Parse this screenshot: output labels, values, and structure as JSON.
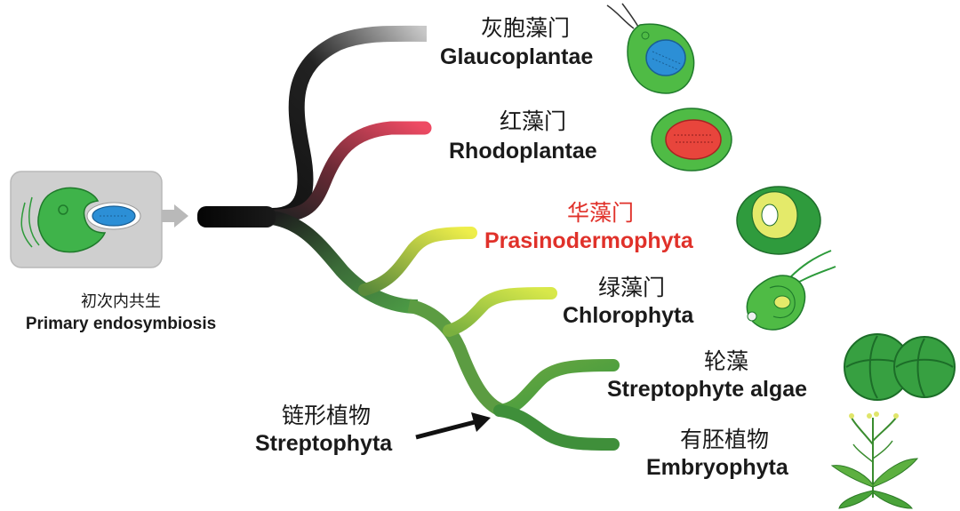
{
  "origin": {
    "cn": "初次内共生",
    "en": "Primary endosymbiosis"
  },
  "lineages": {
    "glaucoplantae": {
      "cn": "灰胞藻门",
      "en": "Glaucoplantae"
    },
    "rhodoplantae": {
      "cn": "红藻门",
      "en": "Rhodoplantae"
    },
    "prasinodermophyta": {
      "cn": "华藻门",
      "en": "Prasinodermophyta",
      "highlight_color": "#e0312a"
    },
    "chlorophyta": {
      "cn": "绿藻门",
      "en": "Chlorophyta"
    },
    "streptophyte_algae": {
      "cn": "轮藻",
      "en": "Streptophyte algae"
    },
    "embryophyta": {
      "cn": "有胚植物",
      "en": "Embryophyta"
    }
  },
  "streptophyta": {
    "cn": "链形植物",
    "en": "Streptophyta"
  },
  "colors": {
    "trunk": "#111111",
    "glauco_branch": "#bdbdbd",
    "rhodo_branch": "#e8455e",
    "prasino_branch": "#e2e442",
    "chloro_branch": "#c7df3a",
    "strepto_branch": "#4aa84a",
    "label_highlight": "#e0312a"
  },
  "icons": [
    "primary-endosymbiosis-cell-icon",
    "glaucophyte-cell-icon",
    "red-alga-cell-icon",
    "prasinoderma-cell-icon",
    "chlamydomonas-cell-icon",
    "charophyte-cells-icon",
    "arabidopsis-plant-icon",
    "arrow-icon"
  ]
}
